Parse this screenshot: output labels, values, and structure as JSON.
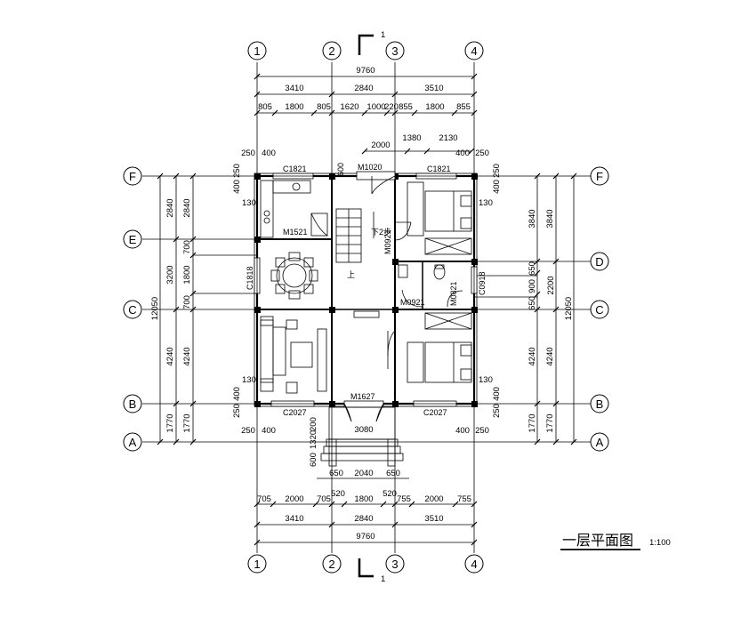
{
  "plan": {
    "title": "一层平面图",
    "scale": "1:100",
    "section_mark": "1",
    "axes_vertical": [
      "1",
      "2",
      "3",
      "4"
    ],
    "axes_horizontal": [
      "F",
      "E",
      "D",
      "C",
      "B",
      "A"
    ],
    "dims_top": {
      "total": "9760",
      "bays": [
        "3410",
        "2840",
        "3510"
      ],
      "sub": [
        "805",
        "1800",
        "805",
        "1620",
        "1000",
        "220",
        "855",
        "1800",
        "855"
      ],
      "door_pair": [
        "2000",
        "1380",
        "2130"
      ],
      "corner_left": [
        "250",
        "400"
      ],
      "corner_right": [
        "400",
        "250"
      ]
    },
    "dims_bottom": {
      "sub": [
        "705",
        "2000",
        "705",
        "520",
        "1800",
        "520",
        "755",
        "2000",
        "755"
      ],
      "bays": [
        "3410",
        "2840",
        "3510"
      ],
      "total": "9760",
      "steps": [
        "650",
        "2040",
        "650"
      ],
      "porch": "3080",
      "porch_depth": [
        "600",
        "1320",
        "200"
      ]
    },
    "dims_left": {
      "total": "12050",
      "outer": [
        "2840",
        "3200",
        "4240",
        "1770"
      ],
      "inner": [
        "2840",
        "700",
        "1800",
        "700",
        "4240",
        "1770"
      ],
      "corner_top": [
        "250",
        "400"
      ],
      "corner_bottom": [
        "400",
        "250"
      ],
      "small": [
        "130",
        "130"
      ]
    },
    "dims_right": {
      "total": "12050",
      "outer": [
        "3840",
        "2200",
        "4240",
        "1770"
      ],
      "inner": [
        "3840",
        "650",
        "900",
        "650",
        "4240",
        "1770"
      ],
      "corner_top": [
        "400",
        "250"
      ],
      "corner_bottom": [
        "400",
        "250"
      ],
      "small": [
        "130",
        "130"
      ]
    },
    "labels": {
      "c1821_left": "C1821",
      "c1821_right": "C1821",
      "m1020": "M1020",
      "m1521": "M1521",
      "c1818": "C1818",
      "m0921_a": "M0921",
      "m0921_b": "M0921",
      "m0821": "M0821",
      "c0918": "C0918",
      "m1627": "M1627",
      "c2027_left": "C2027",
      "c2027_right": "C2027",
      "stair_up": "上",
      "stair_down": "下2步",
      "small_600": "600"
    }
  }
}
